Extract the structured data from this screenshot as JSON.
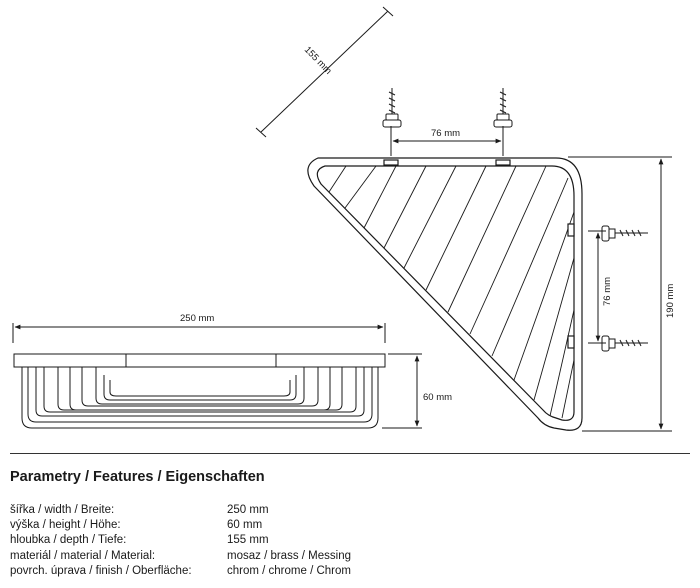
{
  "dimensions": {
    "depth_diagonal": "155 mm",
    "screw_spacing_top": "76 mm",
    "screw_spacing_side": "76 mm",
    "height_total_side": "190 mm",
    "width": "250 mm",
    "height": "60 mm"
  },
  "specs": {
    "title": "Parametry / Features / Eigenschaften",
    "rows": [
      {
        "label": "šířka / width / Breite:",
        "value": "250 mm"
      },
      {
        "label": "výška / height / Höhe:",
        "value": "60 mm"
      },
      {
        "label": "hloubka / depth / Tiefe:",
        "value": "155 mm"
      },
      {
        "label": "materiál / material / Material:",
        "value": "mosaz / brass / Messing"
      },
      {
        "label": "povrch. úprava / finish / Oberfläche:",
        "value": "chrom / chrome / Chrom"
      }
    ]
  }
}
